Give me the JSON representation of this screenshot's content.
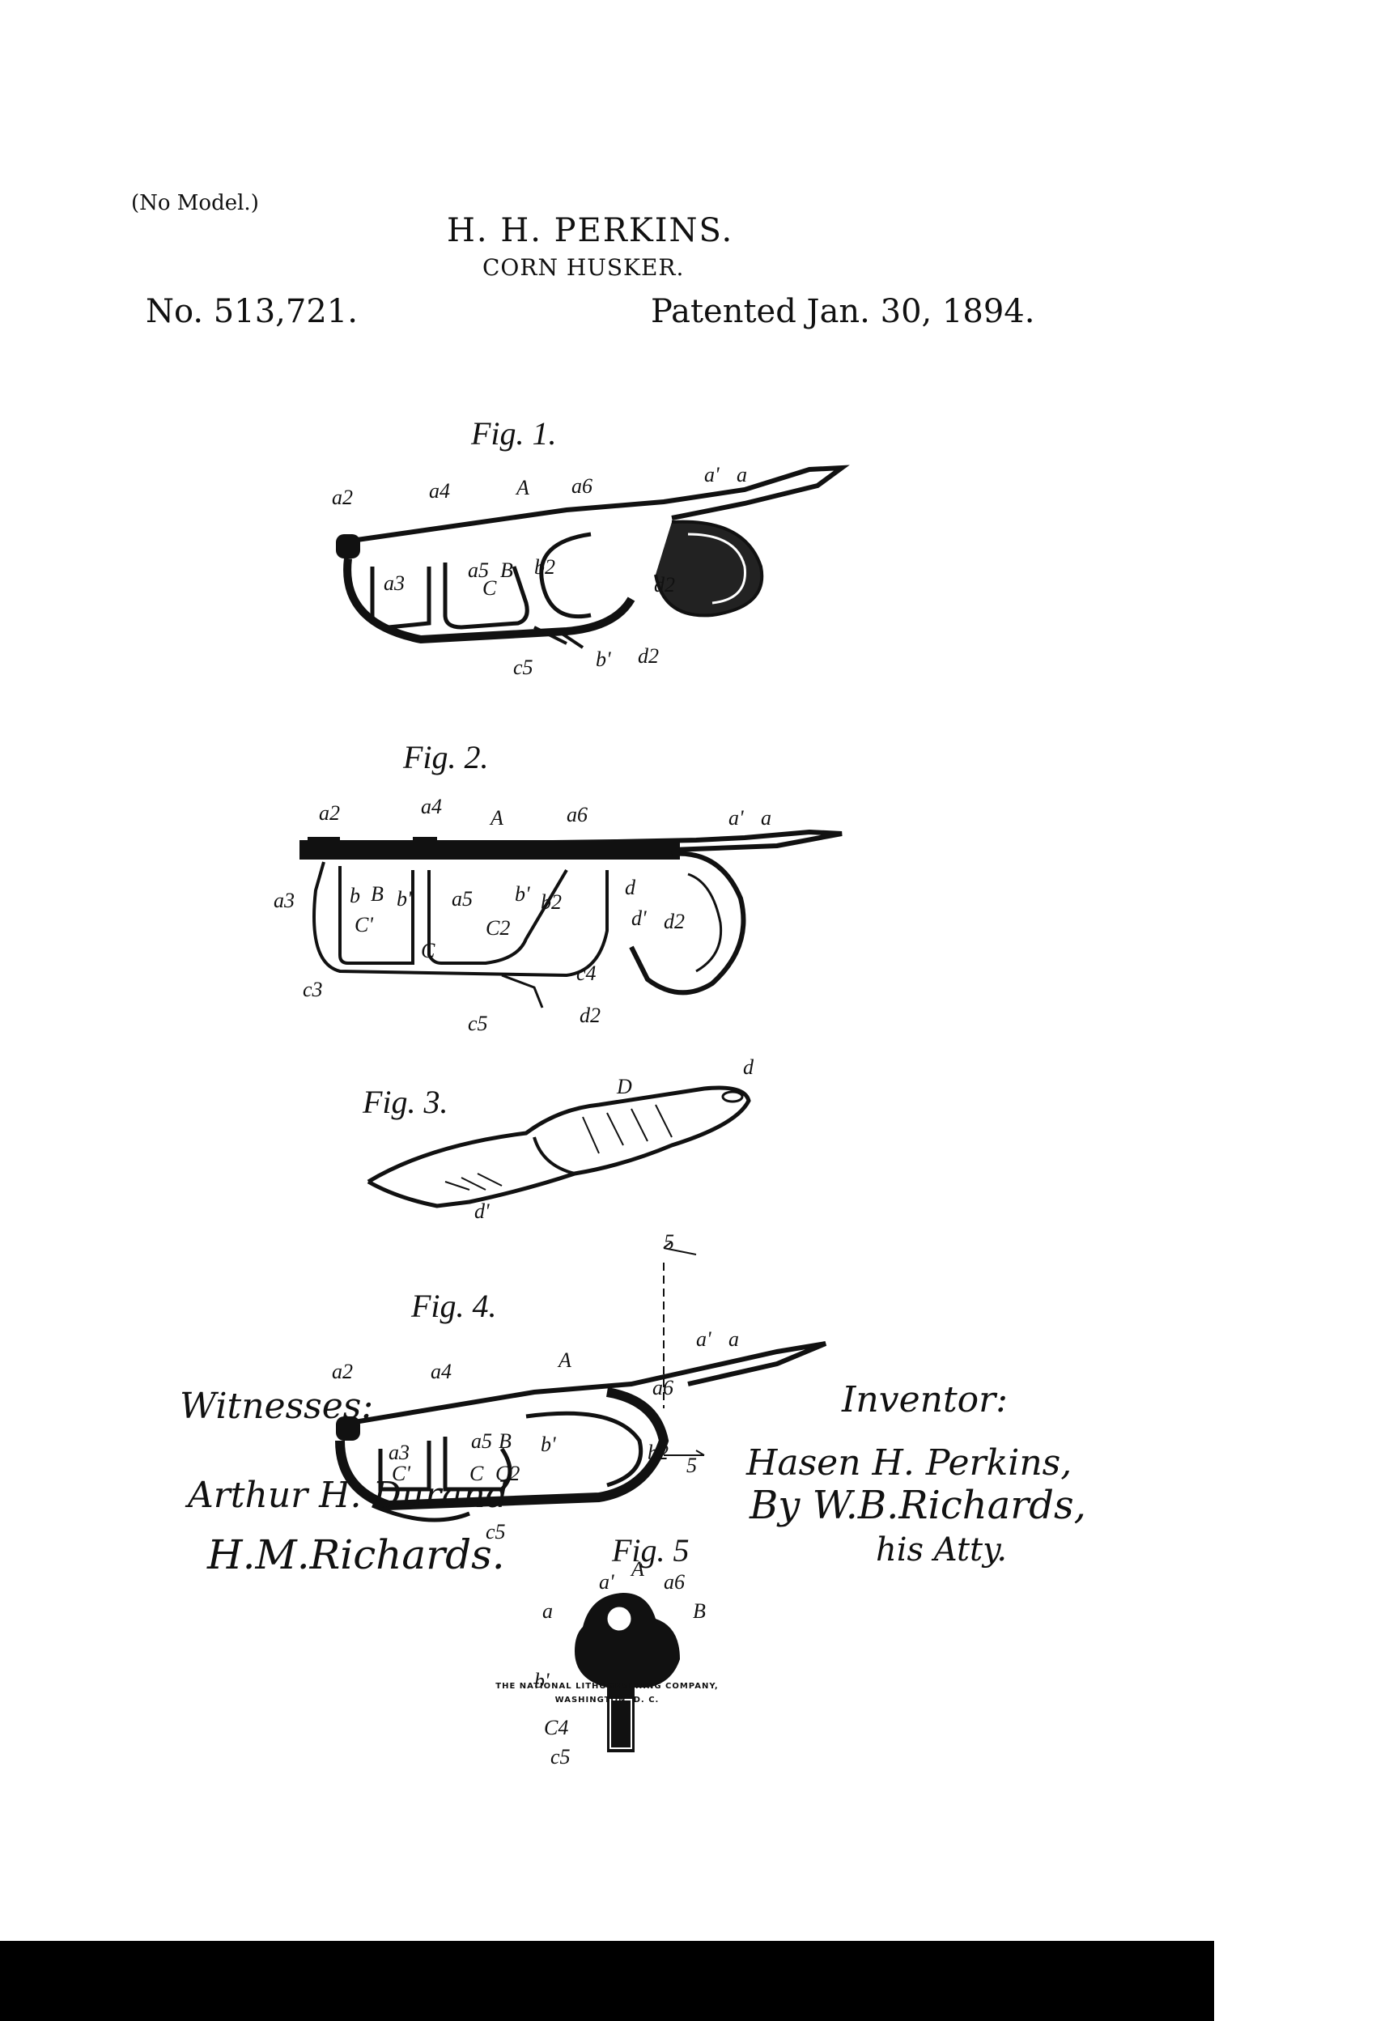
{
  "header": {
    "no_model": "(No Model.)",
    "inventor_name": "H. H. PERKINS.",
    "title": "CORN HUSKER.",
    "patent_number": "No. 513,721.",
    "patent_date": "Patented Jan. 30, 1894."
  },
  "figures": [
    {
      "label": "Fig. 1.",
      "refs": [
        "a2",
        "a4",
        "A",
        "a6",
        "a'",
        "a",
        "a3",
        "a5",
        "B",
        "b2",
        "C",
        "d2",
        "c5",
        "b'",
        "d2"
      ]
    },
    {
      "label": "Fig. 2.",
      "refs": [
        "a2",
        "a4",
        "A",
        "a6",
        "a'",
        "a",
        "a3",
        "b",
        "B",
        "b'",
        "a5",
        "b'",
        "b2",
        "d",
        "C'",
        "C",
        "C2",
        "d'",
        "d2",
        "c3",
        "c4",
        "c5",
        "d2"
      ]
    },
    {
      "label": "Fig. 3.",
      "refs": [
        "D",
        "d",
        "d'"
      ]
    },
    {
      "label": "Fig. 4.",
      "refs": [
        "5",
        "a'",
        "a",
        "a2",
        "a4",
        "A",
        "a6",
        "a3",
        "a5",
        "B",
        "b'",
        "b2",
        "C'",
        "C",
        "C2",
        "c5",
        "5"
      ]
    },
    {
      "label": "Fig. 5",
      "refs": [
        "A",
        "a'",
        "a6",
        "a",
        "B",
        "b'",
        "C4",
        "c5"
      ]
    }
  ],
  "signatures": {
    "witnesses_label": "Witnesses:",
    "witness_1": "Arthur H. Durand",
    "witness_2": "H.M.Richards.",
    "inventor_label": "Inventor:",
    "inventor_signature": "Hasen H. Perkins,",
    "by_line": "By W.B.Richards,",
    "his_atty": "his Atty."
  },
  "printer": {
    "line1": "THE NATIONAL LITHOGRAPHING COMPANY,",
    "line2": "WASHINGTON, D. C."
  }
}
